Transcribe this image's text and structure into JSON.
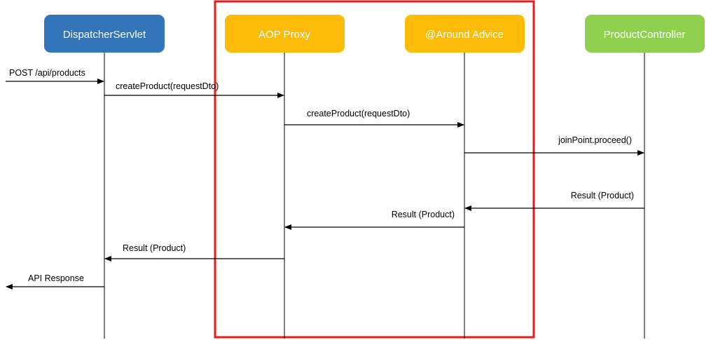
{
  "participants": [
    {
      "id": "dispatcher",
      "name": "DispatcherServlet",
      "color": "#3275b8"
    },
    {
      "id": "proxy",
      "name": "AOP Proxy",
      "color": "#fbbb06"
    },
    {
      "id": "advice",
      "name": "@Around Advice",
      "color": "#fbbb06"
    },
    {
      "id": "controller",
      "name": "ProductController",
      "color": "#8fd14f"
    }
  ],
  "messages": [
    {
      "from": "external",
      "to": "dispatcher",
      "label": "POST /api/products"
    },
    {
      "from": "dispatcher",
      "to": "proxy",
      "label": "createProduct(requestDto)"
    },
    {
      "from": "proxy",
      "to": "advice",
      "label": "createProduct(requestDto)"
    },
    {
      "from": "advice",
      "to": "controller",
      "label": "joinPoint.proceed()"
    },
    {
      "from": "controller",
      "to": "advice",
      "label": "Result (Product)"
    },
    {
      "from": "advice",
      "to": "proxy",
      "label": "Result (Product)"
    },
    {
      "from": "proxy",
      "to": "dispatcher",
      "label": "Result (Product)"
    },
    {
      "from": "dispatcher",
      "to": "external",
      "label": "API Response"
    }
  ],
  "highlight": {
    "color": "#e81c1c",
    "covers": [
      "proxy",
      "advice"
    ]
  }
}
